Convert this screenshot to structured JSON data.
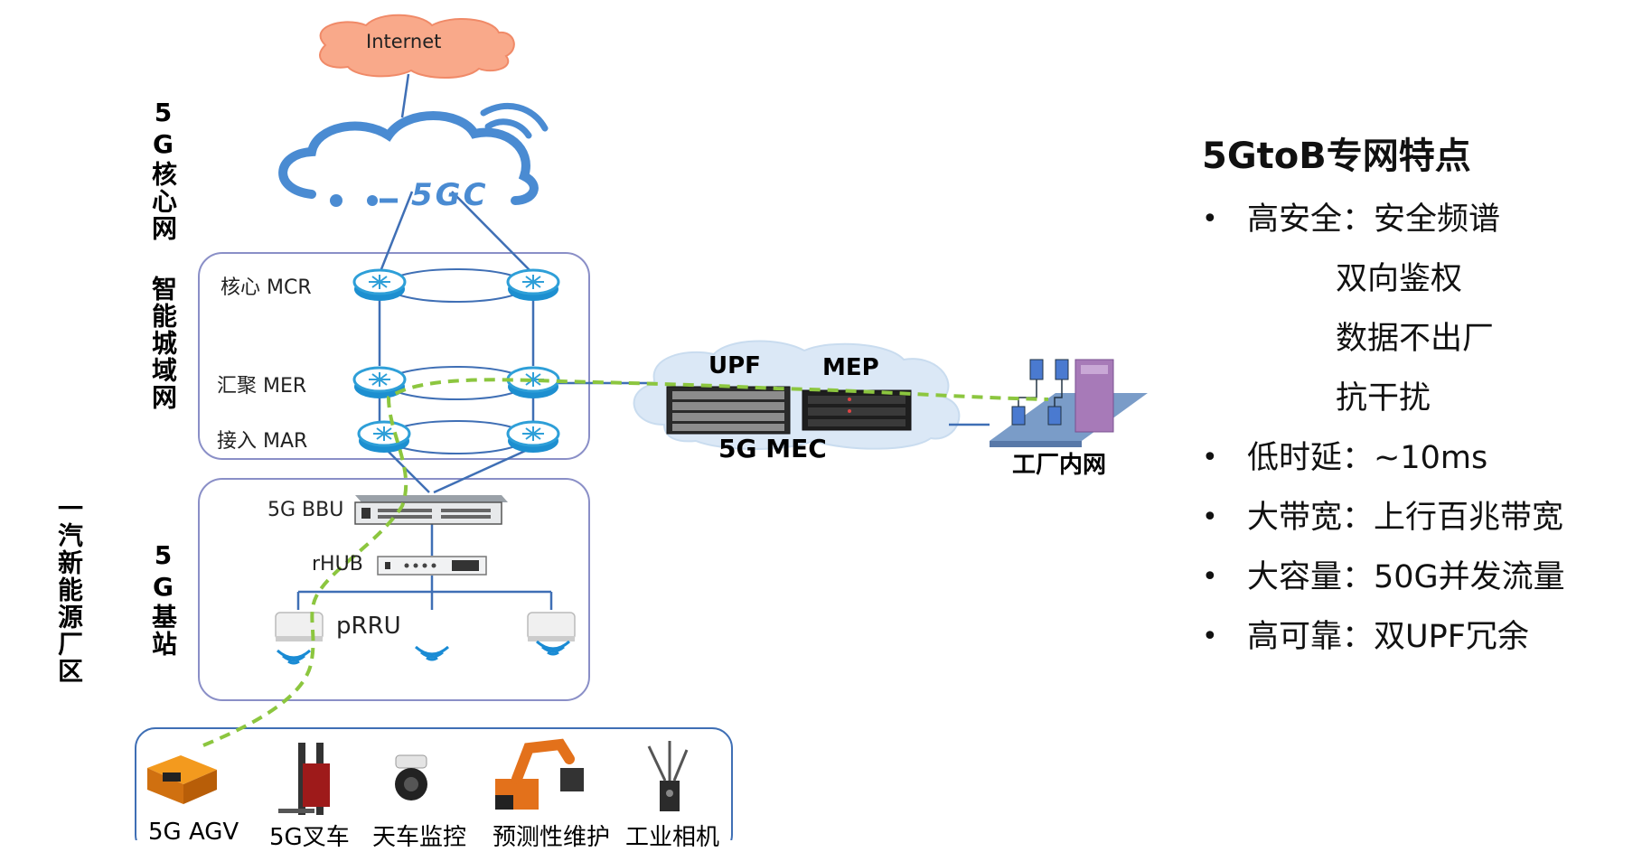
{
  "diagram": {
    "internet": "Internet",
    "core_cloud": "5GC",
    "sections": {
      "core": "5G核心网",
      "metro": "智能城域网",
      "bs": "5G基站",
      "factory": "一汽新能源厂区"
    },
    "routers": {
      "core": "核心 MCR",
      "agg": "汇聚 MER",
      "access": "接入 MAR"
    },
    "bs": {
      "bbu": "5G BBU",
      "rhub": "rHUB",
      "prru": "pRRU"
    },
    "mec": {
      "upf": "UPF",
      "mep": "MEP",
      "title": "5G MEC"
    },
    "factory_net": "工厂内网",
    "devices": [
      "5G AGV",
      "5G叉车",
      "天车监控",
      "预测性维护",
      "工业相机"
    ]
  },
  "features": {
    "title": "5GtoB专网特点",
    "items": [
      {
        "label": "高安全：安全频谱",
        "subs": [
          "双向鉴权",
          "数据不出厂",
          "抗干扰"
        ]
      },
      {
        "label": "低时延：~10ms",
        "subs": []
      },
      {
        "label": "大带宽：上行百兆带宽",
        "subs": []
      },
      {
        "label": "大容量：50G并发流量",
        "subs": []
      },
      {
        "label": "高可靠：双UPF冗余",
        "subs": []
      }
    ]
  },
  "colors": {
    "line": "#3f6fb5",
    "router": "#2e9fd8",
    "path": "#8cc63f",
    "box": "#8a8fc7",
    "cloud": "#f7a07c"
  }
}
